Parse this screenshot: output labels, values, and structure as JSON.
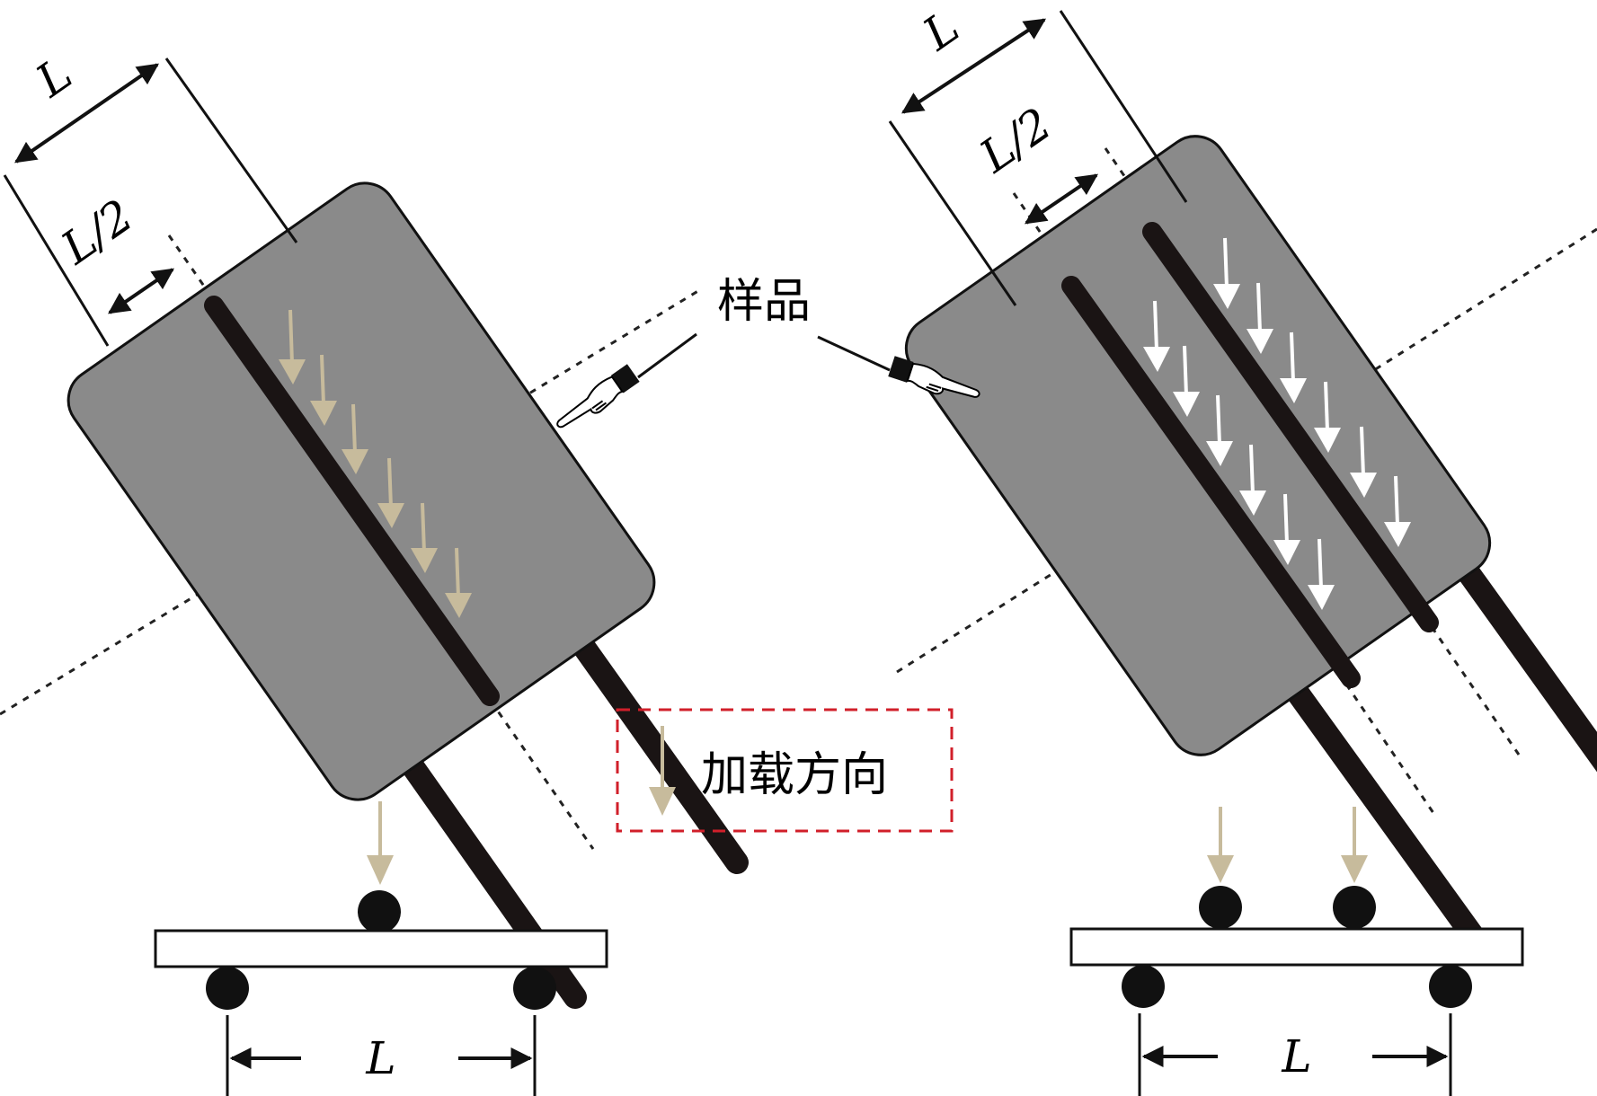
{
  "labels": {
    "sample": "样品",
    "length": "L",
    "half_length": "L/2",
    "legend_text": "加载方向"
  },
  "colors": {
    "specimen_gray": "#8a8a8a",
    "roller_black": "#1a1414",
    "load_arrow_tan": "#c7bb9c",
    "load_arrow_white": "#ffffff",
    "legend_border_red": "#d11f2a"
  },
  "icons": [
    "pointing-hand-icon",
    "load-arrow-icon",
    "roller-icon"
  ]
}
